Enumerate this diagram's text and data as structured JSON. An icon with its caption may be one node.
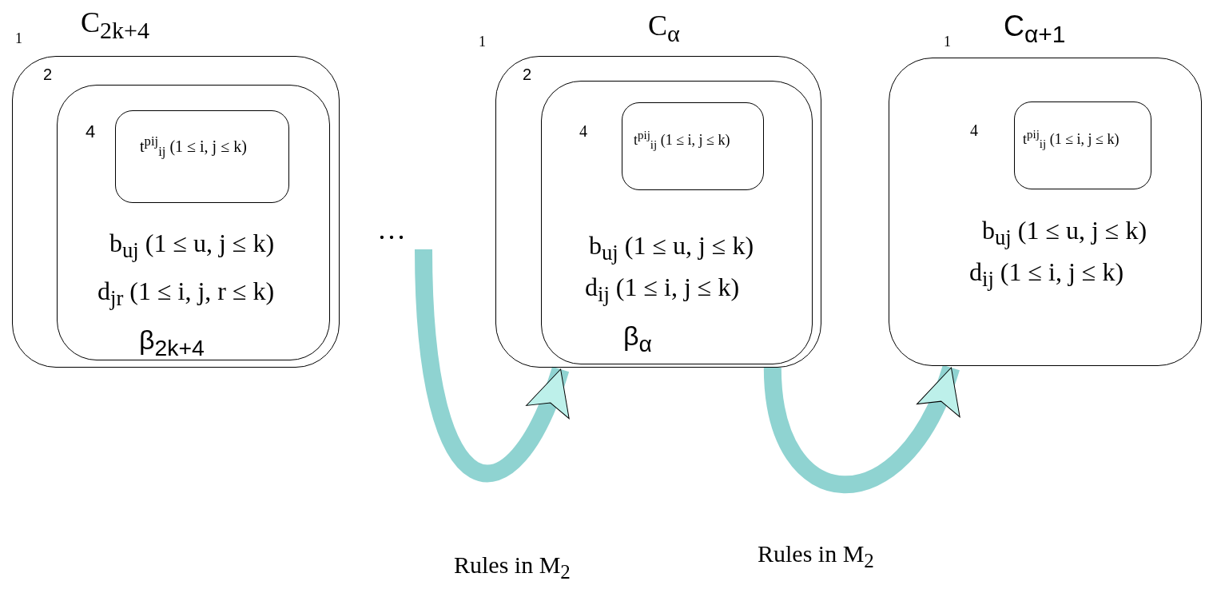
{
  "diagram": {
    "nodes": [
      {
        "text": [
          "C$_{2k+4}$",
          "1"
        ]
      },
      {
        "text": [
          "2",
          "b$_{uj}$ (1 ≤ u, j ≤ k)",
          "d$_{jr}$ (1 ≤ i, j, r ≤ k)",
          "β$_{2k+4}$"
        ],
        "in": 0
      },
      {
        "text": [
          "4",
          "t$^{pij}$$_{ij}$ (1 ≤ i, j ≤ k)"
        ],
        "in": 1
      },
      {
        "text": [
          "…"
        ]
      },
      {
        "text": [
          "C$_{α}$",
          "1"
        ]
      },
      {
        "text": [
          "2",
          "b$_{uj}$ (1 ≤ u, j ≤ k)",
          "d$_{ij}$ (1 ≤ i, j ≤ k)",
          "β$_{α}$"
        ],
        "in": 4
      },
      {
        "text": [
          "4",
          "t$^{pij}$$_{ij}$ (1 ≤ i, j ≤ k)"
        ],
        "in": 5
      },
      {
        "text": [
          "C$_{α+1}$",
          "1",
          "b$_{uj}$ (1 ≤ u, j ≤ k)",
          "d$_{ij}$ (1 ≤ i, j ≤ k)"
        ]
      },
      {
        "text": [
          "4",
          "t$^{pij}$$_{ij}$ (1 ≤ i, j ≤ k)"
        ],
        "in": 7
      }
    ],
    "edges": [
      {
        "from": 3,
        "to": 4,
        "arrow": "to",
        "label": "Rules in M$_{2}$"
      },
      {
        "from": 4,
        "to": 7,
        "arrow": "to",
        "label": "Rules in M$_{2}$"
      }
    ]
  }
}
